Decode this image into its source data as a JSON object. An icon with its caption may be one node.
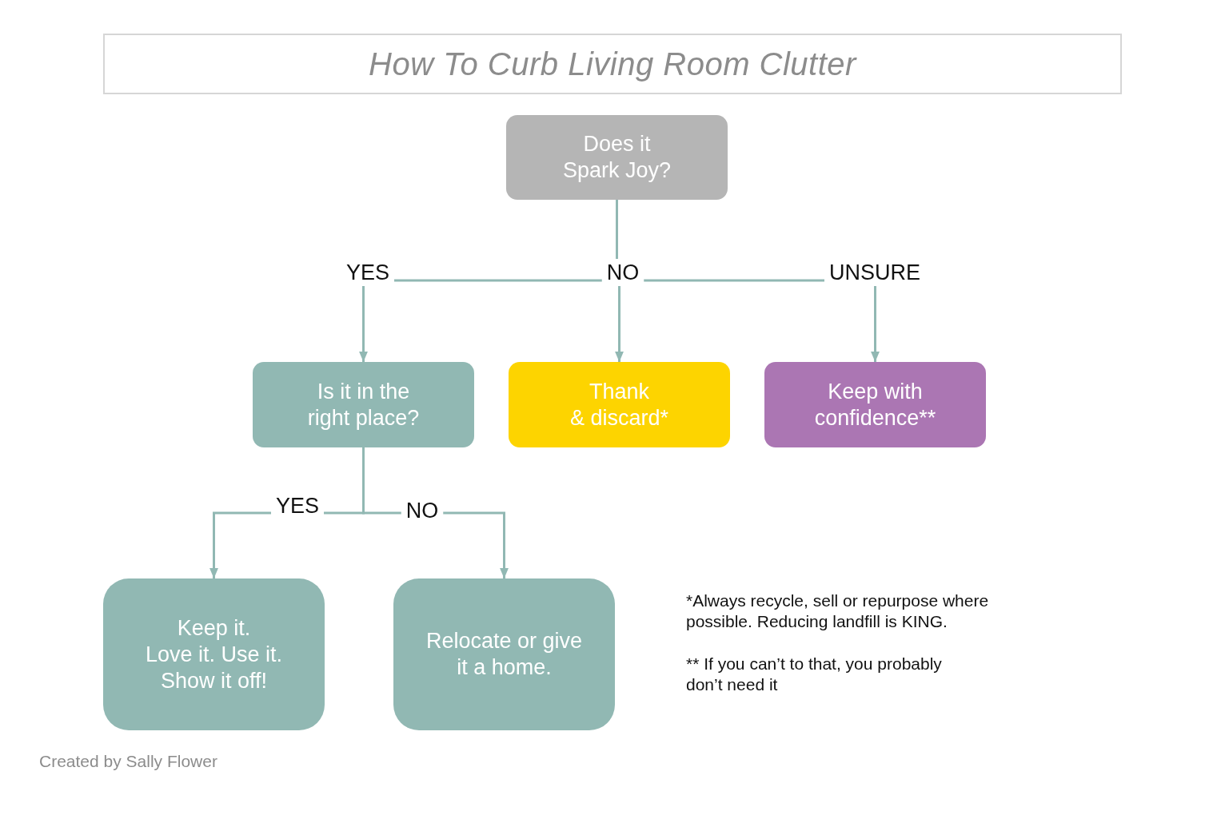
{
  "diagram": {
    "title": "How To Curb Living Room Clutter",
    "nodes": [
      {
        "text": [
          "Does it Spark Joy?"
        ]
      },
      {
        "text": [
          "YES"
        ]
      },
      {
        "text": [
          "NO"
        ]
      },
      {
        "text": [
          "UNSURE"
        ]
      },
      {
        "text": [
          "Is it in the right place?"
        ]
      },
      {
        "text": [
          "Thank & discard*"
        ]
      },
      {
        "text": [
          "Keep with confidence**"
        ]
      },
      {
        "text": [
          "YES"
        ]
      },
      {
        "text": [
          "NO"
        ]
      },
      {
        "text": [
          "Keep it. Love it. Use it. Show it off!"
        ]
      },
      {
        "text": [
          "Relocate or give it a home."
        ]
      }
    ],
    "edges": [
      {
        "from": 0,
        "to": 2,
        "arrow": "none"
      },
      {
        "from": 2,
        "to": 1,
        "arrow": "none"
      },
      {
        "from": 2,
        "to": 3,
        "arrow": "none"
      },
      {
        "from": 1,
        "to": 4,
        "arrow": "to"
      },
      {
        "from": 2,
        "to": 5,
        "arrow": "to"
      },
      {
        "from": 3,
        "to": 6,
        "arrow": "to"
      },
      {
        "from": 4,
        "to": 7,
        "arrow": "none"
      },
      {
        "from": 4,
        "to": 8,
        "arrow": "none"
      },
      {
        "from": 7,
        "to": 9,
        "arrow": "to"
      },
      {
        "from": 8,
        "to": 10,
        "arrow": "to"
      }
    ],
    "labels": [
      "*Always recycle, sell or repurpose where possible. Reducing landfill is KING.",
      "** If you can’t to that, you probably don’t need it",
      "Created by Sally Flower"
    ]
  }
}
